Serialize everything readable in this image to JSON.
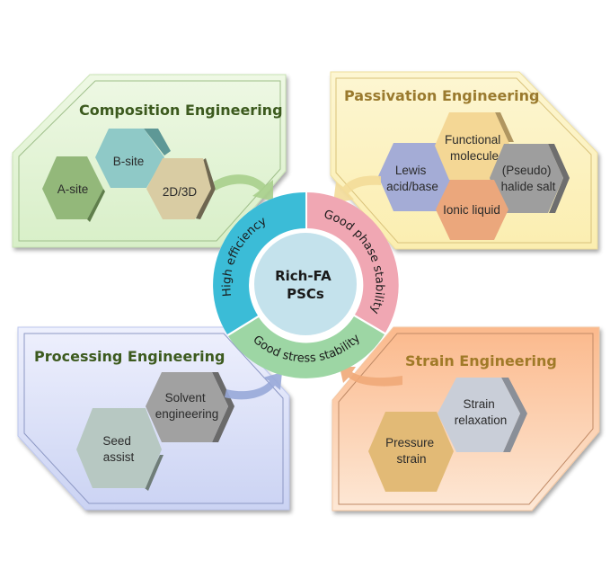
{
  "center": {
    "line1": "Rich-FA",
    "line2": "PSCs",
    "color": "#c4e2ec"
  },
  "ring": [
    {
      "label": "High efficiency",
      "color": "#3bbcd7"
    },
    {
      "label": "Good phase stability",
      "color": "#f0a7b3"
    },
    {
      "label": "Good stress stability",
      "color": "#9dd6a4"
    }
  ],
  "panels": {
    "composition": {
      "title": "Composition Engineering",
      "title_color": "#3c5a1e",
      "fill_top": "#eef8e4",
      "fill_bottom": "#d8efc8",
      "arrow_color": "#a8cf8c",
      "hexes": [
        {
          "label": "A-site",
          "color": "#93b87a"
        },
        {
          "label": "B-site",
          "color": "#8fc9c7"
        },
        {
          "label": "2D/3D",
          "color": "#d9cca3"
        }
      ]
    },
    "passivation": {
      "title": "Passivation Engineering",
      "title_color": "#9a7a2e",
      "fill_top": "#fdf6d2",
      "fill_bottom": "#fbeeb0",
      "arrow_color": "#f3dc98",
      "hexes": [
        {
          "label_lines": [
            "Lewis",
            "acid/base"
          ],
          "color": "#a4acd6"
        },
        {
          "label_lines": [
            "Functional",
            "molecule"
          ],
          "color": "#f4d795"
        },
        {
          "label_lines": [
            "(Pseudo)",
            "halide salt"
          ],
          "color": "#9e9e9e"
        },
        {
          "label_lines": [
            "Ionic liquid"
          ],
          "color": "#eba77c"
        }
      ]
    },
    "processing": {
      "title": "Processing Engineering",
      "title_color": "#3c5a1e",
      "fill_top": "#eef0fd",
      "fill_bottom": "#cbd3f3",
      "arrow_color": "#98a8d8",
      "hexes": [
        {
          "label_lines": [
            "Seed",
            "assist"
          ],
          "color": "#b7c8c2"
        },
        {
          "label_lines": [
            "Solvent",
            "engineering"
          ],
          "color": "#a1a1a1"
        }
      ]
    },
    "strain": {
      "title": "Strain Engineering",
      "title_color": "#a07a28",
      "fill_top": "#fbb98c",
      "fill_bottom": "#fde8d6",
      "arrow_color": "#f0a878",
      "hexes": [
        {
          "label_lines": [
            "Pressure",
            "strain"
          ],
          "color": "#e2ba76"
        },
        {
          "label_lines": [
            "Strain",
            "relaxation"
          ],
          "color": "#c9ced8"
        }
      ]
    }
  }
}
